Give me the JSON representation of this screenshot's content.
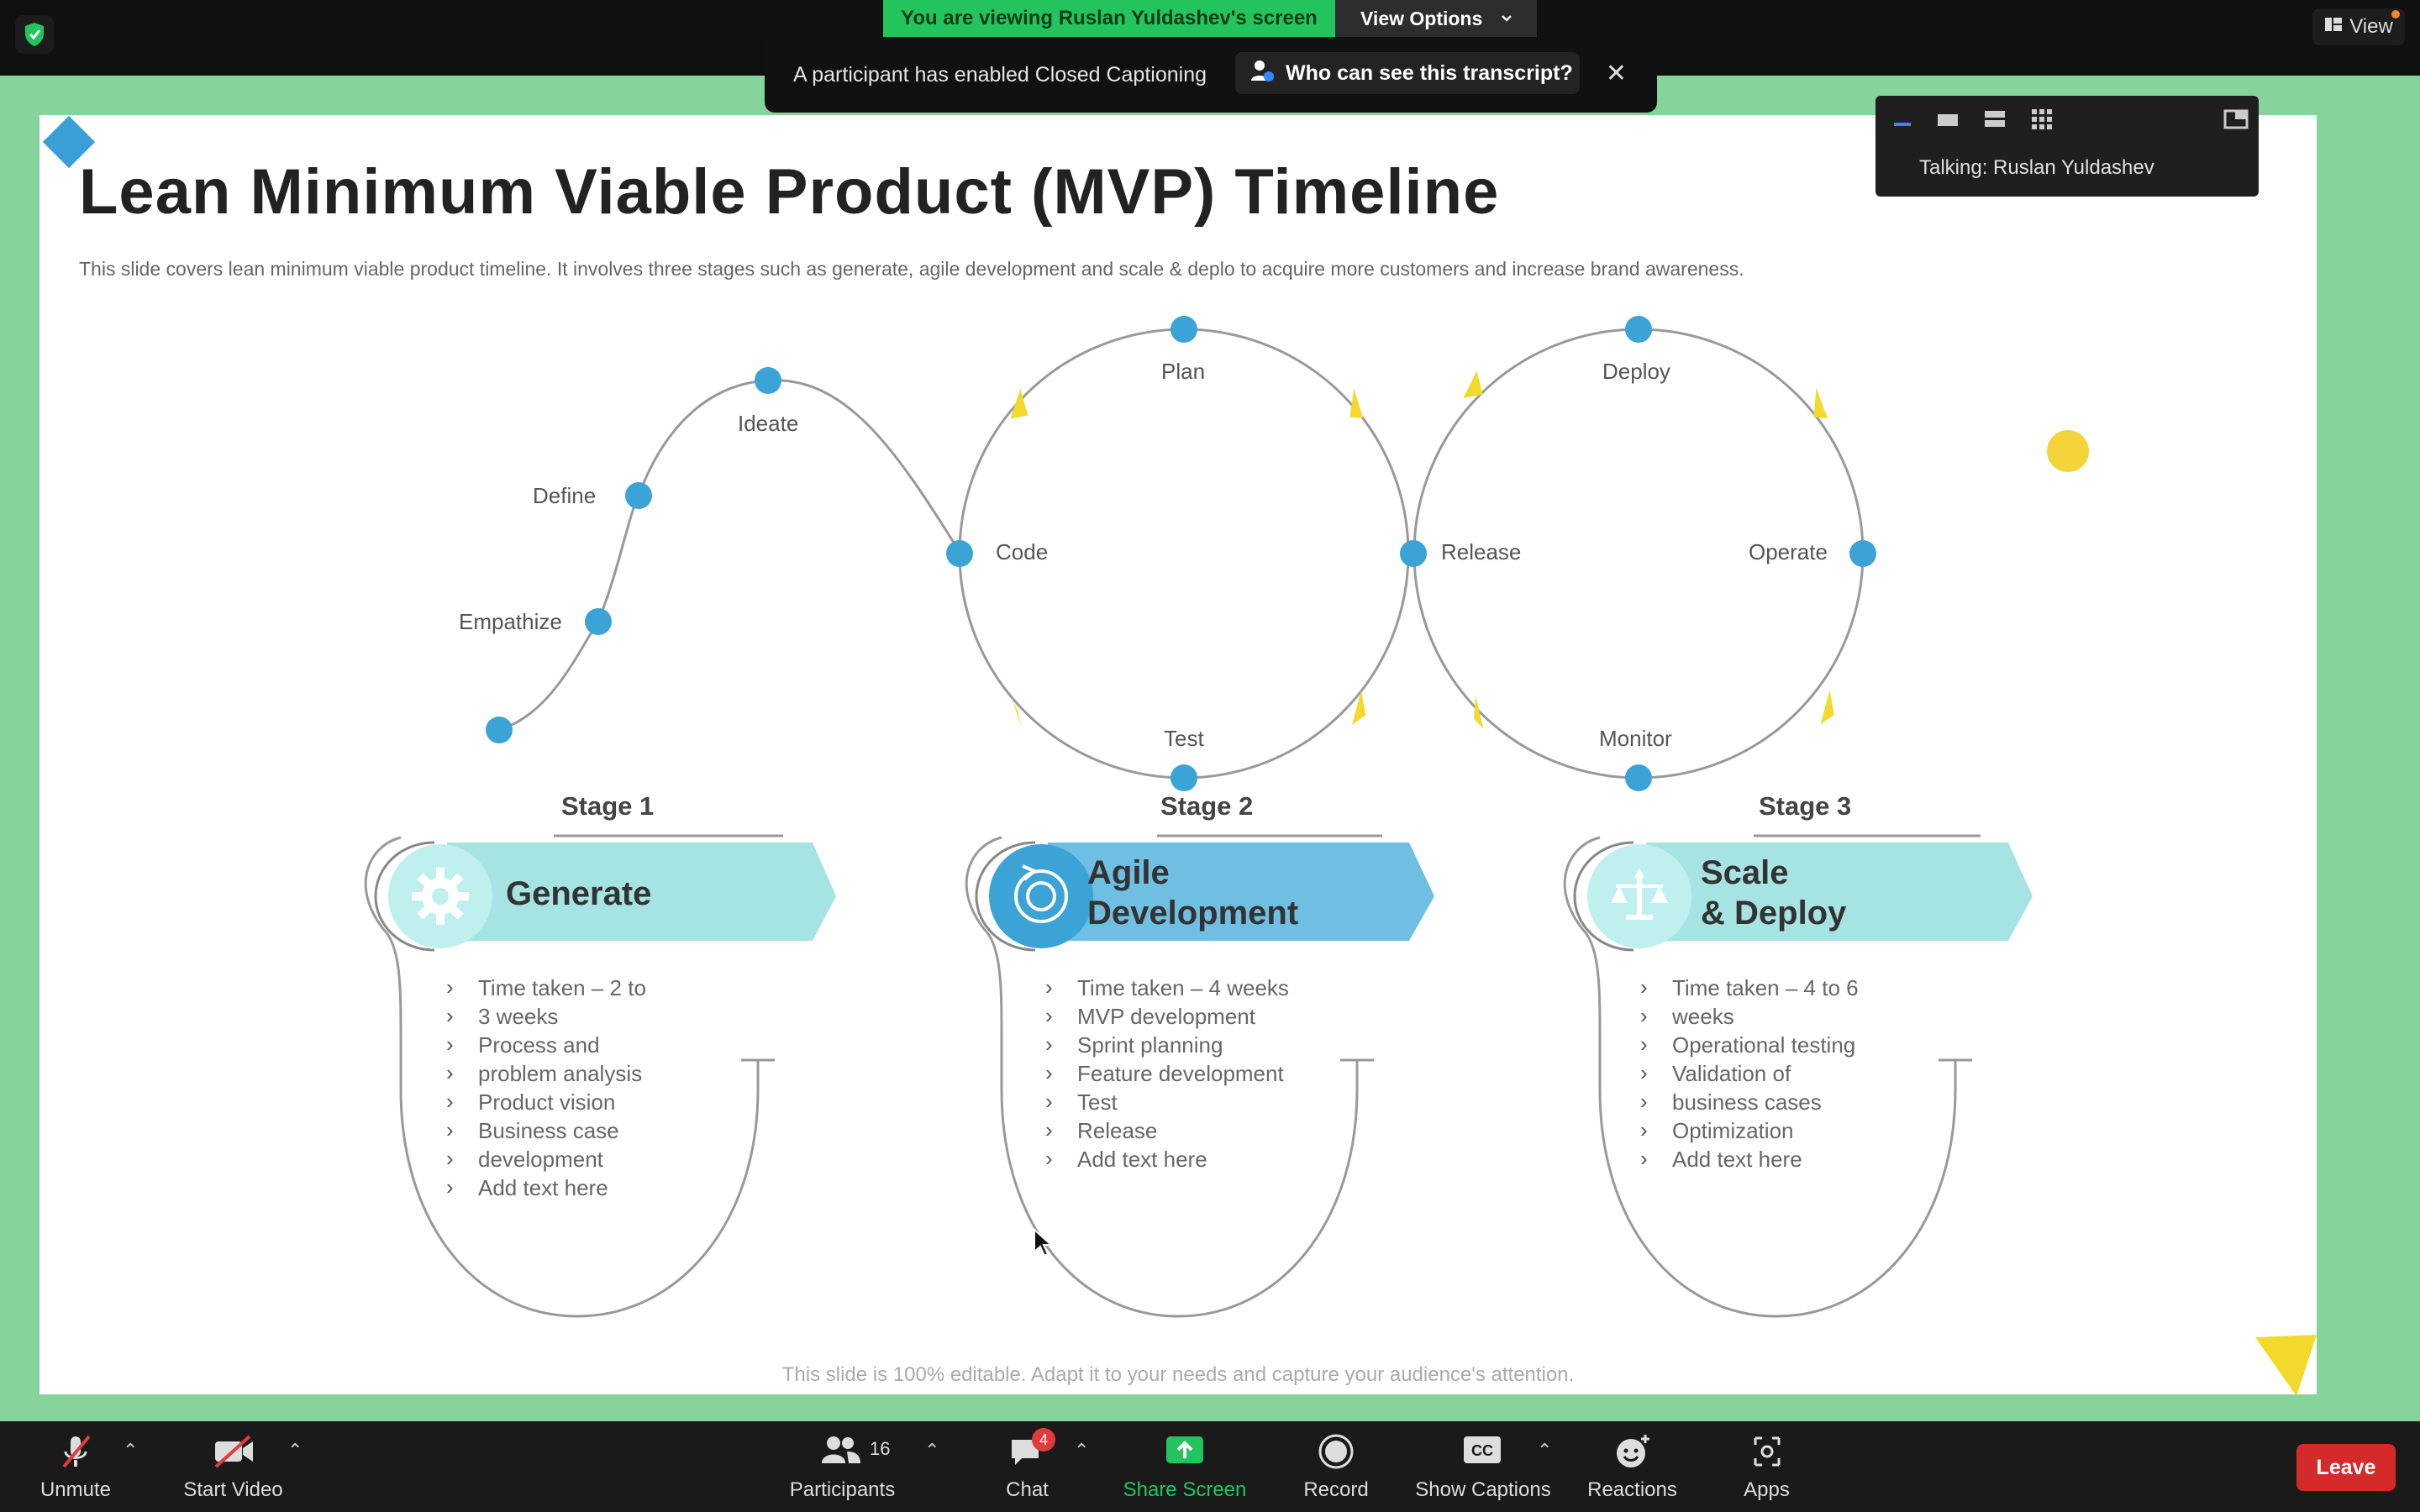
{
  "top_bar": {
    "viewing_banner": "You are viewing Ruslan Yuldashev's screen",
    "view_options": "View Options",
    "view_button": "View"
  },
  "notification": {
    "message": "A participant has enabled Closed Captioning",
    "transcript_button": "Who can see this transcript?"
  },
  "speaker_panel": {
    "talking": "Talking: Ruslan Yuldashev"
  },
  "slide": {
    "title": "Lean Minimum Viable Product (MVP) Timeline",
    "subtitle": "This slide covers lean minimum viable product timeline. It involves three stages such as generate, agile development and scale & deplo to acquire more customers and increase brand awareness.",
    "footer": "This slide is 100% editable. Adapt it to your needs and capture your audience's attention.",
    "path_labels": {
      "empathize": "Empathize",
      "define": "Define",
      "ideate": "Ideate",
      "plan": "Plan",
      "code": "Code",
      "test": "Test",
      "deploy": "Deploy",
      "release": "Release",
      "operate": "Operate",
      "monitor": "Monitor"
    },
    "stages": [
      {
        "stage": "Stage 1",
        "title_line1": "Generate",
        "title_line2": "",
        "color": "#a6e3e3",
        "icon": "gear-icon",
        "bullets": [
          "Time taken – 2 to",
          "3 weeks",
          "Process and",
          "problem analysis",
          "Product vision",
          "Business case",
          "development",
          "Add text here"
        ]
      },
      {
        "stage": "Stage 2",
        "title_line1": "Agile",
        "title_line2": "Development",
        "color": "#6fbfe3",
        "icon": "refresh-cycle-icon",
        "bullets": [
          "Time taken – 4 weeks",
          "MVP development",
          "Sprint planning",
          "Feature development",
          "Test",
          "Release",
          "Add text here"
        ]
      },
      {
        "stage": "Stage 3",
        "title_line1": "Scale",
        "title_line2": "& Deploy",
        "color": "#a6e3e3",
        "icon": "scale-icon",
        "bullets": [
          "Time taken – 4 to 6",
          "weeks",
          "Operational testing",
          "Validation of",
          "business cases",
          "Optimization",
          "Add text here"
        ]
      }
    ]
  },
  "bottom_bar": {
    "unmute": "Unmute",
    "start_video": "Start Video",
    "participants": "Participants",
    "participants_count": "16",
    "chat": "Chat",
    "chat_badge": "4",
    "share_screen": "Share Screen",
    "record": "Record",
    "show_captions": "Show Captions",
    "reactions": "Reactions",
    "apps": "Apps",
    "leave": "Leave"
  },
  "colors": {
    "share_border": "#86d39c",
    "viewing_green": "#23c45e",
    "node_blue": "#3ba3d6",
    "arrow_yellow": "#f2d92c",
    "leave_red": "#d52a2a"
  }
}
